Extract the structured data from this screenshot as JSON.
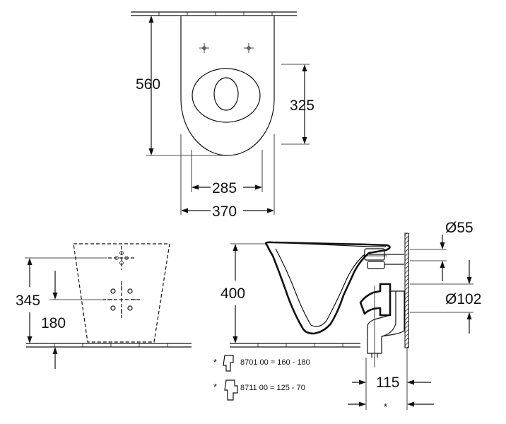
{
  "top_view": {
    "overall_length": "560",
    "bowl_length": "325",
    "inner_width": "285",
    "overall_width": "370"
  },
  "front_view": {
    "fixing_height": "345",
    "lower_fixing_height": "180"
  },
  "side_view": {
    "height": "400",
    "inlet_diameter": "Ø55",
    "outlet_diameter": "Ø102",
    "outlet_depth": "115",
    "variable_depth_marker": "*"
  },
  "notes": [
    {
      "marker": "*",
      "text": "8701 00 = 160 - 180"
    },
    {
      "marker": "*",
      "text": "8711 00 = 125 - 70"
    }
  ]
}
